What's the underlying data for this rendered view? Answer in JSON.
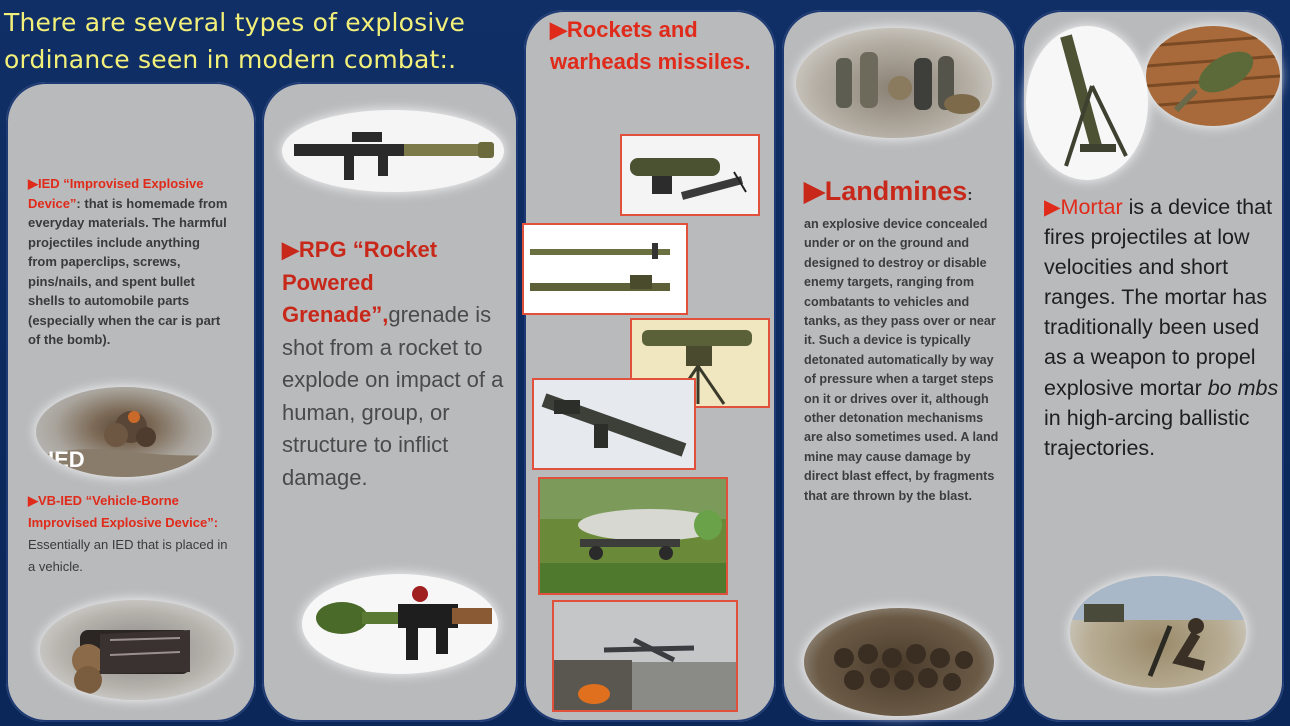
{
  "title": "There are several types of explosive ordinance seen in modern combat:.",
  "ied": {
    "marker": "▶",
    "heading": "IED “Improvised Explosive Device”",
    "colon": ":",
    "body": " that is homemade from everyday materials. The harmful projectiles include anything from paperclips, screws, pins/nails, and spent bullet shells to automobile parts (especially when the car is part of the bomb).",
    "image_label": "IED"
  },
  "vbied": {
    "marker": "▶",
    "heading": "VB-IED “Vehicle-Borne Improvised Explosive Device”:",
    "body": " Essentially an IED that is placed in a vehicle."
  },
  "rpg": {
    "marker": "▶",
    "heading": "RPG “Rocket Powered Grenade”,",
    "body": "grenade is shot from a rocket to explode on impact of a human, group, or structure to inflict damage."
  },
  "rockets": {
    "marker": "▶",
    "heading": "Rockets and warheads missiles."
  },
  "landmines": {
    "marker": "▶",
    "heading": "Landmines",
    "colon": ":",
    "body": "an explosive device concealed under or on the ground and designed to destroy or disable enemy targets, ranging from combatants to vehicles and tanks, as they pass over or near it. Such a device is typically detonated automatically by way of pressure when a target steps on it or drives over it, although other detonation mechanisms are also sometimes used.  A land mine may cause damage by direct blast effect, by fragments that are thrown by the blast."
  },
  "mortar": {
    "marker": "▶",
    "heading": "Mortar",
    "body_a": " is a device that fires projectiles at low velocities and short ranges. The mortar has traditionally been used as a weapon to propel explosive mortar ",
    "body_em": "bo mbs",
    "body_b": " in high-arcing ballistic trajectories."
  },
  "colors": {
    "background": "#0d2a5c",
    "title": "#f3f07a",
    "heading_red": "#e02a1a",
    "panel": "#b9babc"
  }
}
